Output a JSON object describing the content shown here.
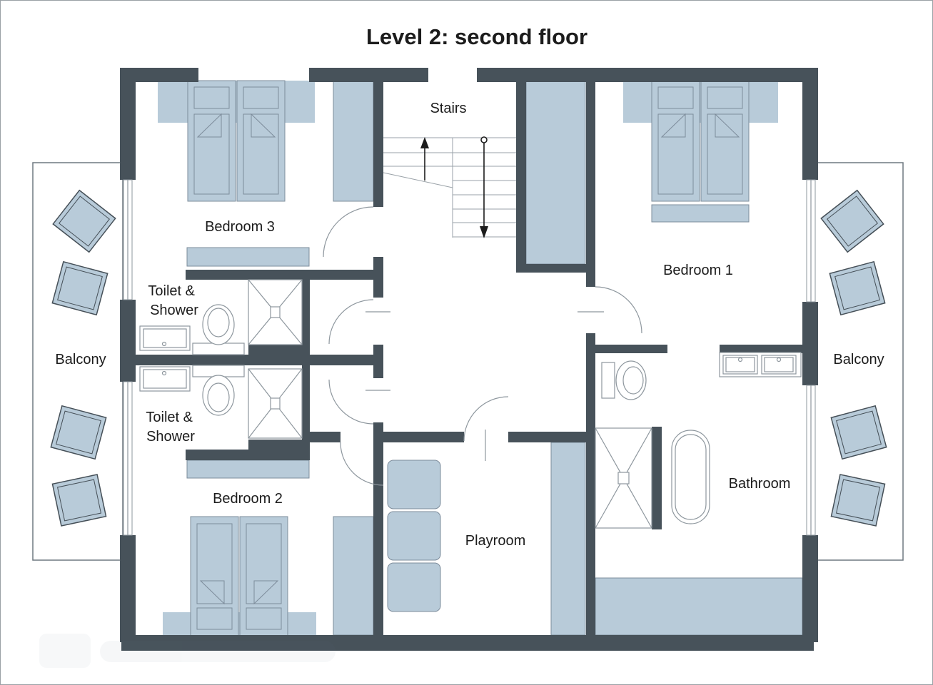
{
  "title": "Level 2: second floor",
  "rooms": {
    "stairs": {
      "label": "Stairs"
    },
    "bedroom1": {
      "label": "Bedroom 1"
    },
    "bedroom2": {
      "label": "Bedroom 2"
    },
    "bedroom3": {
      "label": "Bedroom 3"
    },
    "toilet_shower": {
      "label_line1": "Toilet &",
      "label_line2": "Shower"
    },
    "bathroom": {
      "label": "Bathroom"
    },
    "playroom": {
      "label": "Playroom"
    },
    "balcony": {
      "label": "Balcony"
    }
  },
  "icons": {
    "stairs_up_arrow": "up-arrow",
    "stairs_down_arrow": "down-arrow"
  },
  "colors": {
    "wall": "#47525a",
    "furniture": "#b8cbd9",
    "furniture_stroke": "#7d8c9b",
    "fixture_stroke": "#8e979e",
    "text": "#1c1c1c",
    "background": "#ffffff"
  }
}
